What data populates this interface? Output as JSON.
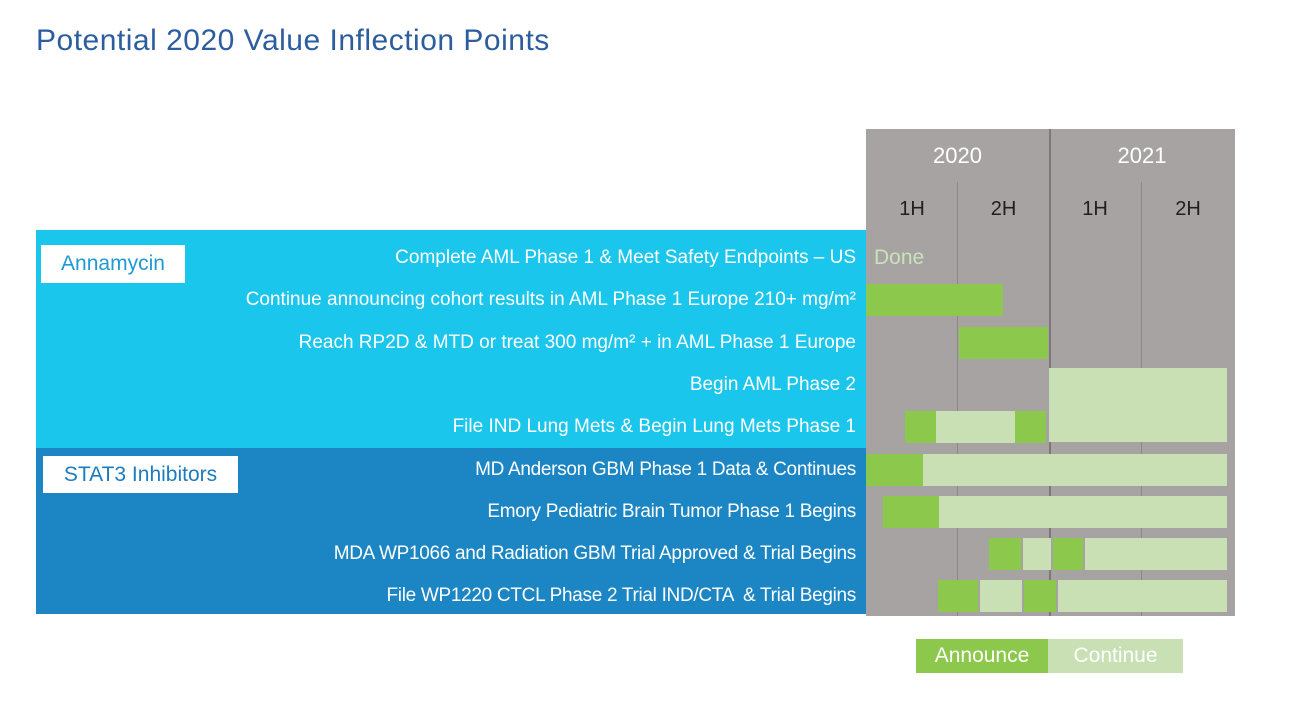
{
  "title": "Potential 2020 Value Inflection Points",
  "colors": {
    "title_blue": "#2c5d9e",
    "panel_gray": "#a8a3a3",
    "grid_light": "#8d8888",
    "grid_dark": "#7d7878",
    "cyan_section": "#1ac6ec",
    "blue_section": "#1b86c3",
    "annamycin_label_text": "#1e9ad3",
    "stat3_label_text": "#1d7cbd",
    "announce_green": "#8cc84c",
    "continue_green": "#c8e0b4",
    "done_text": "#c9e3b8"
  },
  "timeline": {
    "years": [
      {
        "label": "2020"
      },
      {
        "label": "2021"
      }
    ],
    "halves": [
      "1H",
      "2H",
      "1H",
      "2H"
    ]
  },
  "sections": [
    {
      "label": "Annamycin"
    },
    {
      "label": "STAT3 Inhibitors"
    }
  ],
  "legend": [
    {
      "label": "Announce",
      "color": "#8cc84c"
    },
    {
      "label": "Continue",
      "color": "#c8e0b4"
    }
  ],
  "chart_data": {
    "type": "bar",
    "variant": "gantt-timeline",
    "title": "Potential 2020 Value Inflection Points",
    "x_axis": {
      "years": [
        "2020",
        "2021"
      ],
      "half_labels": [
        "1H",
        "2H",
        "1H",
        "2H"
      ],
      "units": "half-years from Jan 2020 (0 = start 1H 2020, 4 = end 2H 2021)",
      "range": [
        0,
        4
      ],
      "grid": true
    },
    "legend_entries": [
      "Announce",
      "Continue"
    ],
    "legend_position": "bottom-right",
    "rows": [
      {
        "section": "Annamycin",
        "label": "Complete AML Phase 1 & Meet Safety Endpoints – US",
        "status_text": "Done",
        "segments": []
      },
      {
        "section": "Annamycin",
        "label": "Continue announcing cohort results in AML Phase 1 Europe 210+ mg/m²",
        "segments": [
          {
            "type": "announce",
            "start": 0,
            "end": 1.5
          }
        ]
      },
      {
        "section": "Annamycin",
        "label": "Reach RP2D & MTD or treat 300 mg/m² + in AML Phase 1 Europe",
        "segments": [
          {
            "type": "announce",
            "start": 1.01,
            "end": 1.99
          }
        ]
      },
      {
        "section": "Annamycin",
        "label": "Begin AML Phase 2",
        "segments": [
          {
            "type": "continue",
            "start": 2.0,
            "end": 3.94,
            "tall": true
          }
        ]
      },
      {
        "section": "Annamycin",
        "label": "File IND Lung Mets & Begin Lung Mets Phase 1",
        "segments": [
          {
            "type": "announce",
            "start": 0.43,
            "end": 0.76
          },
          {
            "type": "continue",
            "start": 0.76,
            "end": 1.63
          },
          {
            "type": "announce",
            "start": 1.63,
            "end": 1.97
          }
        ]
      },
      {
        "section": "STAT3 Inhibitors",
        "label": "MD Anderson GBM Phase 1 Data & Continues",
        "segments": [
          {
            "type": "announce",
            "start": 0,
            "end": 0.62
          },
          {
            "type": "continue",
            "start": 0.62,
            "end": 3.94
          }
        ]
      },
      {
        "section": "STAT3 Inhibitors",
        "label": "Emory Pediatric Brain Tumor Phase 1 Begins",
        "segments": [
          {
            "type": "announce",
            "start": 0.19,
            "end": 0.8
          },
          {
            "type": "continue",
            "start": 0.8,
            "end": 3.94
          }
        ]
      },
      {
        "section": "STAT3 Inhibitors",
        "label": "MDA WP1066 and Radiation GBM Trial Approved & Trial Begins",
        "segments": [
          {
            "type": "announce",
            "start": 1.34,
            "end": 1.69
          },
          {
            "type": "continue",
            "start": 1.715,
            "end": 2.02
          },
          {
            "type": "announce",
            "start": 2.045,
            "end": 2.37
          },
          {
            "type": "continue",
            "start": 2.395,
            "end": 3.94
          }
        ]
      },
      {
        "section": "STAT3 Inhibitors",
        "label": "File WP1220 CTCL Phase 2 Trial IND/CTA  & Trial Begins",
        "segments": [
          {
            "type": "announce",
            "start": 0.785,
            "end": 1.22
          },
          {
            "type": "continue",
            "start": 1.245,
            "end": 1.7
          },
          {
            "type": "announce",
            "start": 1.725,
            "end": 2.07
          },
          {
            "type": "continue",
            "start": 2.095,
            "end": 3.94
          }
        ]
      }
    ]
  }
}
